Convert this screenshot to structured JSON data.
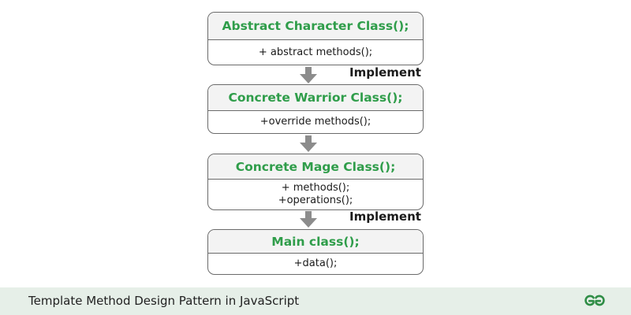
{
  "colors": {
    "class_title": "#2f9d4a",
    "arrow": "#8c8c8c",
    "box_border": "#6b6b6b",
    "header_bg": "#f3f3f3",
    "footer_bg": "#e6efe8",
    "logo": "#2f8d46"
  },
  "diagram": {
    "classes": [
      {
        "title": "Abstract Character Class();",
        "members": [
          "+ abstract methods();"
        ]
      },
      {
        "title": "Concrete Warrior Class();",
        "members": [
          "+override methods();"
        ]
      },
      {
        "title": "Concrete Mage Class();",
        "members": [
          "+ methods();",
          "+operations();"
        ]
      },
      {
        "title": "Main class();",
        "members": [
          "+data();"
        ]
      }
    ],
    "relations": [
      {
        "from": 0,
        "to": 1,
        "label": "Implement"
      },
      {
        "from": 1,
        "to": 2,
        "label": ""
      },
      {
        "from": 2,
        "to": 3,
        "label": "Implement"
      }
    ]
  },
  "footer": {
    "title": "Template Method Design Pattern in JavaScript",
    "logo_icon": "gfg-logo-icon"
  }
}
